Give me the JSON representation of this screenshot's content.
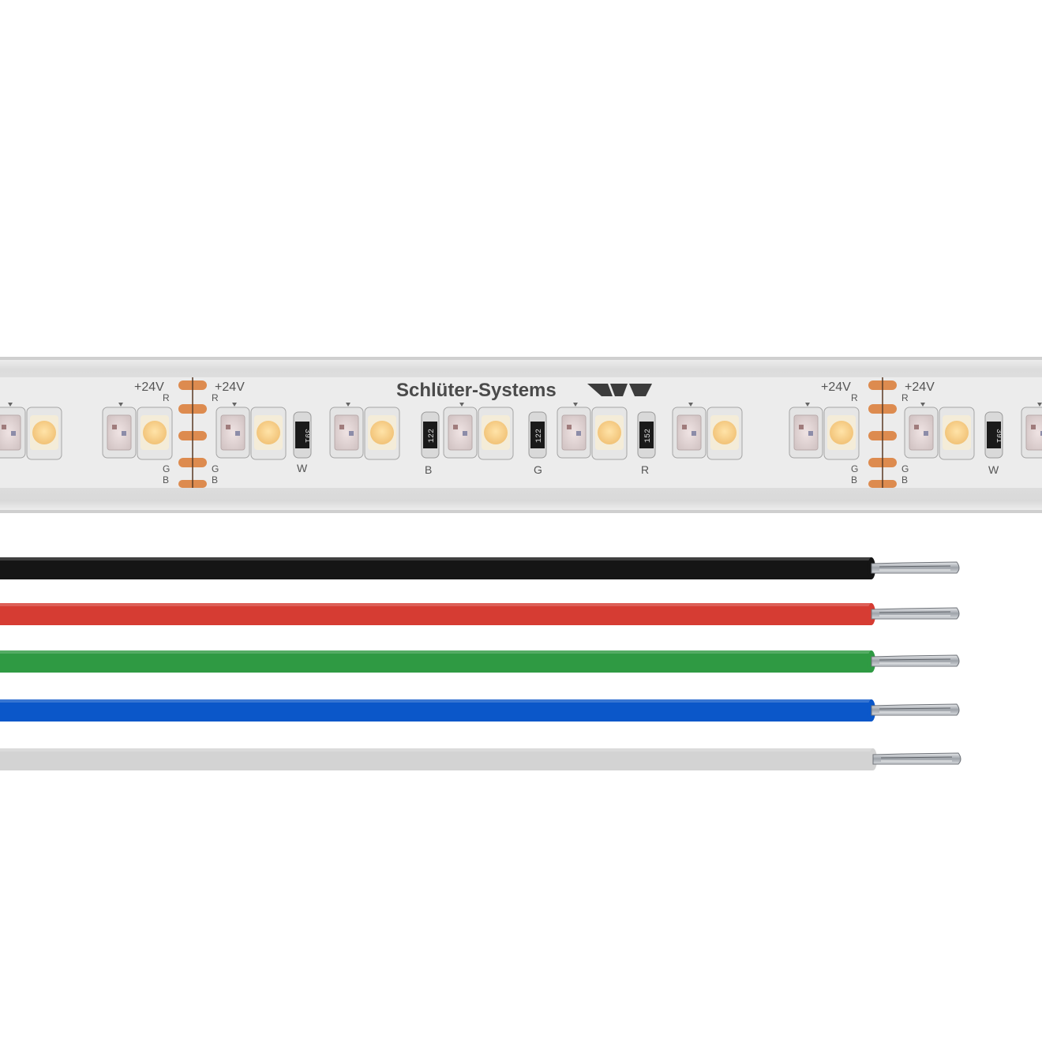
{
  "brand": {
    "name": "Schlüter-Systems",
    "text_color": "#4a4a4a",
    "logo_color": "#3c3c3c"
  },
  "strip": {
    "housing_color": "#e6e6e6",
    "pcb_color": "#ebebeb",
    "copper_color": "#dd8b4f",
    "pad_labels": {
      "voltage": "+24V",
      "r": "R",
      "g": "G",
      "b": "B",
      "w": "W"
    },
    "channel_labels": [
      "W",
      "B",
      "G",
      "R",
      "W"
    ],
    "resistor_codes": [
      "391",
      "122",
      "122",
      "152",
      "391"
    ]
  },
  "led_colors": {
    "warm_white": "#f6cf8e",
    "rgb_chip": "#e2d7d7"
  },
  "wires": [
    {
      "name": "black-wire",
      "color": "#151515"
    },
    {
      "name": "red-wire",
      "color": "#d63c33"
    },
    {
      "name": "green-wire",
      "color": "#2f9a43"
    },
    {
      "name": "blue-wire",
      "color": "#0b57c9"
    },
    {
      "name": "white-wire",
      "color": "#d3d3d3"
    }
  ],
  "conductor_color": "#b8bcc2"
}
